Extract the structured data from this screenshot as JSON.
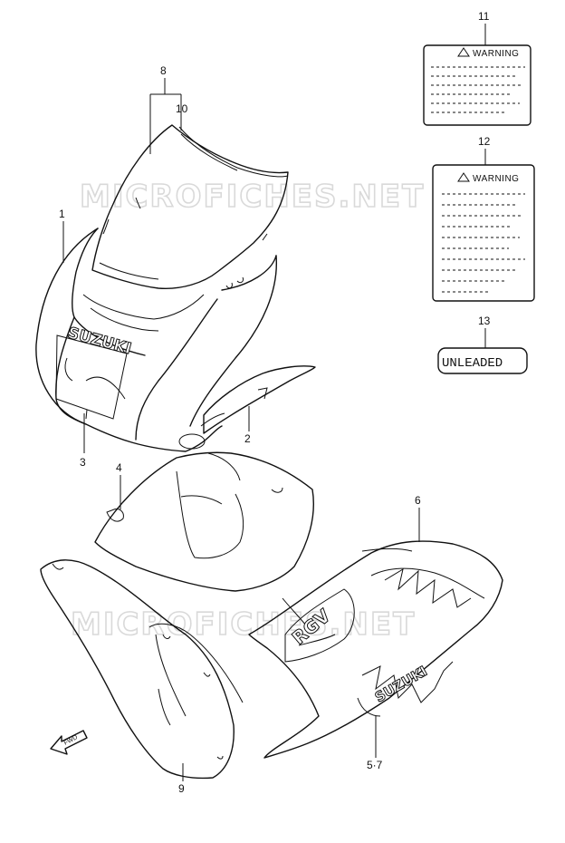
{
  "watermark": "MICROFICHES.NET",
  "callouts": [
    {
      "id": "c1",
      "text": "1"
    },
    {
      "id": "c2",
      "text": "2"
    },
    {
      "id": "c3",
      "text": "3"
    },
    {
      "id": "c4",
      "text": "4"
    },
    {
      "id": "c5",
      "text": "5·7"
    },
    {
      "id": "c6",
      "text": "6"
    },
    {
      "id": "c8",
      "text": "8"
    },
    {
      "id": "c9",
      "text": "9"
    },
    {
      "id": "c10",
      "text": "10"
    },
    {
      "id": "c11",
      "text": "11"
    },
    {
      "id": "c12",
      "text": "12"
    },
    {
      "id": "c13",
      "text": "13"
    }
  ],
  "labels": {
    "warning_title": "WARNING",
    "unleaded": "UNLEADED",
    "fwd": "FWD"
  },
  "logos": {
    "front": "SUZUKI",
    "side": "SUZUKI",
    "model": "RGV"
  }
}
